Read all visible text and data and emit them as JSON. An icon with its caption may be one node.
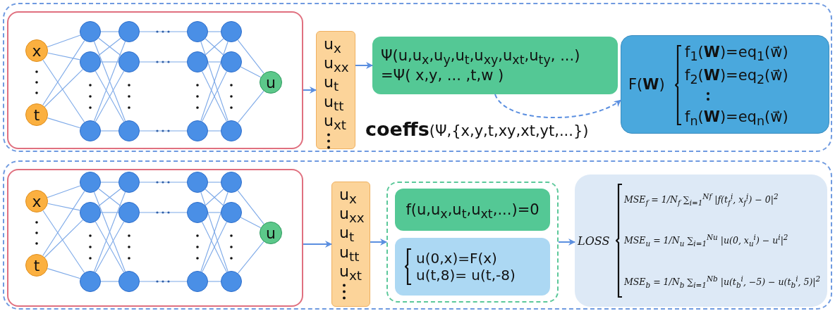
{
  "diagram": {
    "nodes": [
      {
        "text": [],
        "shape": "box"
      },
      {
        "text": [],
        "shape": "box",
        "in": 0
      },
      {
        "text": [
          "x"
        ],
        "in": 1
      },
      {
        "text": [
          "t"
        ],
        "in": 1
      },
      {
        "text": [],
        "shape": "circle",
        "in": 1
      },
      {
        "text": [],
        "shape": "circle",
        "in": 1
      },
      {
        "text": [],
        "shape": "circle",
        "in": 1
      },
      {
        "text": [],
        "shape": "circle",
        "in": 1
      },
      {
        "text": [],
        "shape": "circle",
        "in": 1
      },
      {
        "text": [],
        "shape": "circle",
        "in": 1
      },
      {
        "text": [],
        "shape": "circle",
        "in": 1
      },
      {
        "text": [],
        "shape": "circle",
        "in": 1
      },
      {
        "text": [],
        "shape": "circle",
        "in": 1
      },
      {
        "text": [],
        "shape": "circle",
        "in": 1
      },
      {
        "text": [],
        "shape": "circle",
        "in": 1
      },
      {
        "text": [],
        "shape": "circle",
        "in": 1
      },
      {
        "text": [
          "u"
        ],
        "in": 1
      },
      {
        "text": [
          "u$_{x}$",
          "u$_{xx}$",
          "u$_{t}$",
          "u$_{tt}$",
          "u$_{xt}$"
        ],
        "in": 0
      },
      {
        "text": [
          "Ψ(u,u$_{x}$,u$_{y}$,u$_{t}$,u$_{xy}$,u$_{xt}$,u$_{ty}$, ...) =Ψ( x,y, ... ,t,w )"
        ],
        "in": 0
      },
      {
        "text": [
          "F(**W**)",
          "f$_{1}$(**W**)=eq$_{1}$(w⃗)",
          "f$_{2}$(**W**)=eq$_{2}$(w⃗)",
          "f$_{n}$(**W**)=eq$_{n}$(w⃗)"
        ],
        "in": 0
      },
      {
        "text": [],
        "shape": "box"
      },
      {
        "text": [],
        "shape": "box",
        "in": 20
      },
      {
        "text": [
          "x"
        ],
        "in": 21
      },
      {
        "text": [
          "t"
        ],
        "in": 21
      },
      {
        "text": [],
        "shape": "circle",
        "in": 21
      },
      {
        "text": [],
        "shape": "circle",
        "in": 21
      },
      {
        "text": [],
        "shape": "circle",
        "in": 21
      },
      {
        "text": [],
        "shape": "circle",
        "in": 21
      },
      {
        "text": [],
        "shape": "circle",
        "in": 21
      },
      {
        "text": [],
        "shape": "circle",
        "in": 21
      },
      {
        "text": [],
        "shape": "circle",
        "in": 21
      },
      {
        "text": [],
        "shape": "circle",
        "in": 21
      },
      {
        "text": [],
        "shape": "circle",
        "in": 21
      },
      {
        "text": [],
        "shape": "circle",
        "in": 21
      },
      {
        "text": [],
        "shape": "circle",
        "in": 21
      },
      {
        "text": [],
        "shape": "circle",
        "in": 21
      },
      {
        "text": [
          "u"
        ],
        "in": 21
      },
      {
        "text": [
          "u$_{x}$",
          "u$_{xx}$",
          "u$_{t}$",
          "u$_{tt}$",
          "u$_{xt}$"
        ],
        "in": 20
      },
      {
        "text": [],
        "shape": "box",
        "in": 20
      },
      {
        "text": [
          "f(u,u$_{x}$,u$_{t}$,u$_{xt}$,...)=0"
        ],
        "in": 38
      },
      {
        "text": [
          "u(0,x)=F(x)",
          "u(t,8)= u(t,-8)"
        ],
        "in": 38
      },
      {
        "text": [
          "LOSS",
          "MSE$_{f}$ = 1/N$_{f}$ ∑$_{i=1}$$^{Nf}$ |f(t$_{f}$$^{i}$, x$_{f}$$^{i}$) − 0|$^{2}$",
          "MSE$_{u}$ = 1/N$_{u}$ ∑$_{i=1}$$^{Nu}$ |u(0, x$_{u}$$^{i}$) − u$^{i}$|$^{2}$",
          "MSE$_{b}$ = 1/N$_{b}$ ∑$_{i=1}$$^{Nb}$ |u(t$_{b}$$^{i}$, −5) − u(t$_{b}$$^{i}$, 5)|$^{2}$"
        ],
        "in": 20
      }
    ],
    "edges": [
      {
        "from": 2,
        "to": 4,
        "arrow": "none"
      },
      {
        "from": 2,
        "to": 5,
        "arrow": "none"
      },
      {
        "from": 2,
        "to": 6,
        "arrow": "none"
      },
      {
        "from": 3,
        "to": 4,
        "arrow": "none"
      },
      {
        "from": 3,
        "to": 5,
        "arrow": "none"
      },
      {
        "from": 3,
        "to": 6,
        "arrow": "none"
      },
      {
        "from": 4,
        "to": 7,
        "arrow": "none"
      },
      {
        "from": 4,
        "to": 8,
        "arrow": "none"
      },
      {
        "from": 4,
        "to": 9,
        "arrow": "none"
      },
      {
        "from": 5,
        "to": 7,
        "arrow": "none"
      },
      {
        "from": 5,
        "to": 8,
        "arrow": "none"
      },
      {
        "from": 5,
        "to": 9,
        "arrow": "none"
      },
      {
        "from": 6,
        "to": 7,
        "arrow": "none"
      },
      {
        "from": 6,
        "to": 8,
        "arrow": "none"
      },
      {
        "from": 6,
        "to": 9,
        "arrow": "none"
      },
      {
        "from": 7,
        "to": 10,
        "arrow": "none"
      },
      {
        "from": 8,
        "to": 11,
        "arrow": "none"
      },
      {
        "from": 9,
        "to": 12,
        "arrow": "none"
      },
      {
        "from": 10,
        "to": 13,
        "arrow": "none"
      },
      {
        "from": 10,
        "to": 14,
        "arrow": "none"
      },
      {
        "from": 10,
        "to": 15,
        "arrow": "none"
      },
      {
        "from": 11,
        "to": 13,
        "arrow": "none"
      },
      {
        "from": 11,
        "to": 14,
        "arrow": "none"
      },
      {
        "from": 11,
        "to": 15,
        "arrow": "none"
      },
      {
        "from": 12,
        "to": 13,
        "arrow": "none"
      },
      {
        "from": 12,
        "to": 14,
        "arrow": "none"
      },
      {
        "from": 12,
        "to": 15,
        "arrow": "none"
      },
      {
        "from": 13,
        "to": 16,
        "arrow": "none"
      },
      {
        "from": 14,
        "to": 16,
        "arrow": "none"
      },
      {
        "from": 15,
        "to": 16,
        "arrow": "none"
      },
      {
        "from": 1,
        "to": 17,
        "arrow": "to"
      },
      {
        "from": 17,
        "to": 18,
        "arrow": "to"
      },
      {
        "from": 18,
        "to": 19,
        "arrow": "to",
        "style": "dashed",
        "label": "**coeffs**(Ψ,{x,y,t,xy,xt,yt,...})"
      },
      {
        "from": 22,
        "to": 24,
        "arrow": "none"
      },
      {
        "from": 22,
        "to": 25,
        "arrow": "none"
      },
      {
        "from": 22,
        "to": 26,
        "arrow": "none"
      },
      {
        "from": 23,
        "to": 24,
        "arrow": "none"
      },
      {
        "from": 23,
        "to": 25,
        "arrow": "none"
      },
      {
        "from": 23,
        "to": 26,
        "arrow": "none"
      },
      {
        "from": 24,
        "to": 27,
        "arrow": "none"
      },
      {
        "from": 24,
        "to": 28,
        "arrow": "none"
      },
      {
        "from": 24,
        "to": 29,
        "arrow": "none"
      },
      {
        "from": 25,
        "to": 27,
        "arrow": "none"
      },
      {
        "from": 25,
        "to": 28,
        "arrow": "none"
      },
      {
        "from": 25,
        "to": 29,
        "arrow": "none"
      },
      {
        "from": 26,
        "to": 27,
        "arrow": "none"
      },
      {
        "from": 26,
        "to": 28,
        "arrow": "none"
      },
      {
        "from": 26,
        "to": 29,
        "arrow": "none"
      },
      {
        "from": 27,
        "to": 30,
        "arrow": "none"
      },
      {
        "from": 28,
        "to": 31,
        "arrow": "none"
      },
      {
        "from": 29,
        "to": 32,
        "arrow": "none"
      },
      {
        "from": 30,
        "to": 33,
        "arrow": "none"
      },
      {
        "from": 30,
        "to": 34,
        "arrow": "none"
      },
      {
        "from": 30,
        "to": 35,
        "arrow": "none"
      },
      {
        "from": 31,
        "to": 33,
        "arrow": "none"
      },
      {
        "from": 31,
        "to": 34,
        "arrow": "none"
      },
      {
        "from": 31,
        "to": 35,
        "arrow": "none"
      },
      {
        "from": 32,
        "to": 33,
        "arrow": "none"
      },
      {
        "from": 32,
        "to": 34,
        "arrow": "none"
      },
      {
        "from": 32,
        "to": 35,
        "arrow": "none"
      },
      {
        "from": 33,
        "to": 36,
        "arrow": "none"
      },
      {
        "from": 34,
        "to": 36,
        "arrow": "none"
      },
      {
        "from": 35,
        "to": 36,
        "arrow": "none"
      },
      {
        "from": 21,
        "to": 37,
        "arrow": "to"
      },
      {
        "from": 37,
        "to": 38,
        "arrow": "to"
      },
      {
        "from": 38,
        "to": 41,
        "arrow": "to"
      }
    ]
  }
}
